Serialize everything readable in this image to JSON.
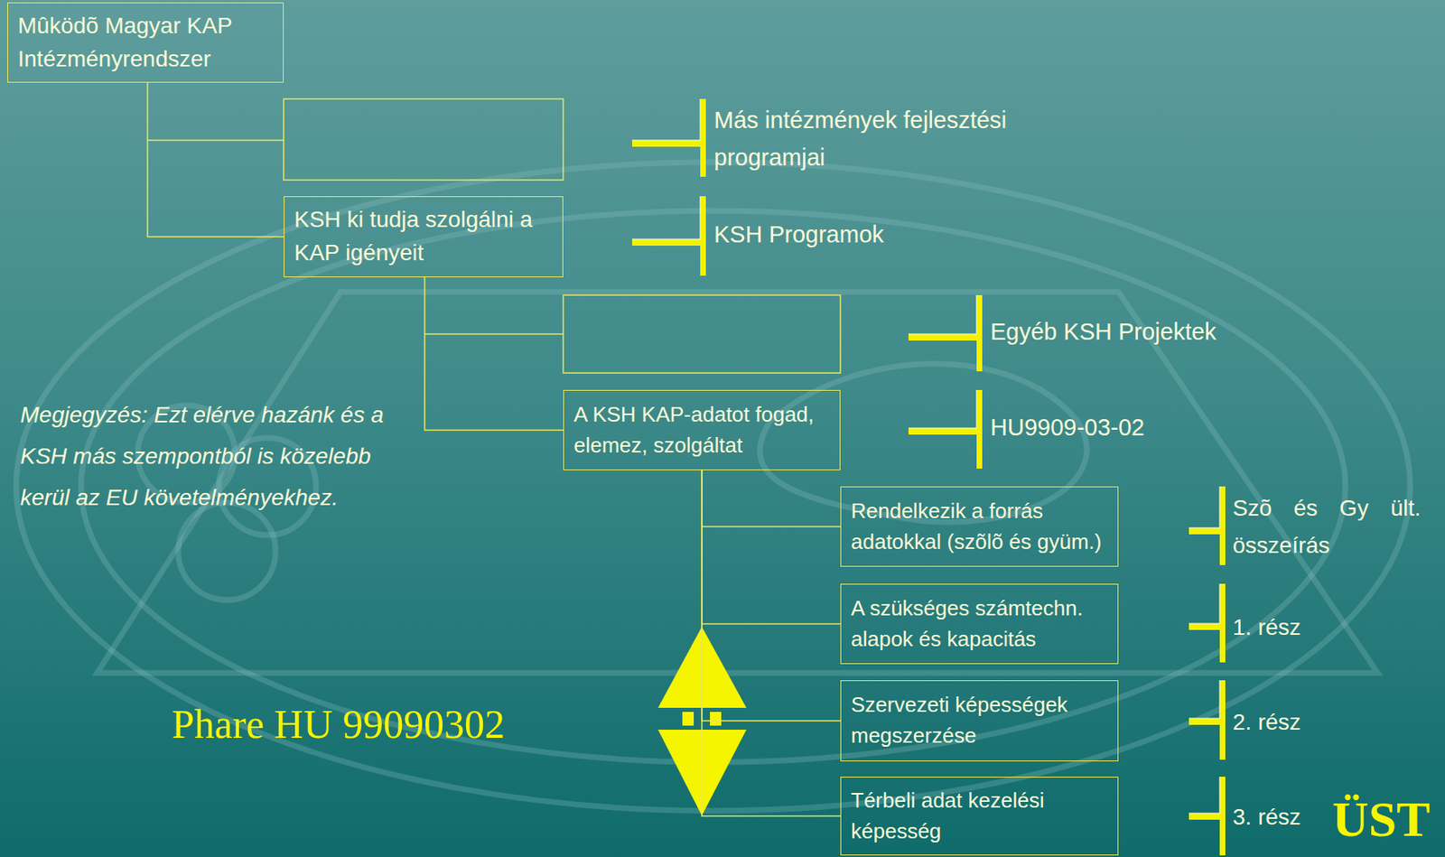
{
  "diagram": {
    "nodes": [
      {
        "text": [
          "Mûködõ Magyar KAP Intézményrendszer"
        ]
      },
      {
        "text": [
          "KSH ki tudja szolgálni a KAP igényeit"
        ]
      },
      {
        "text": [
          "A KSH KAP-adatot fogad, elemez, szolgáltat"
        ]
      },
      {
        "text": [
          "Rendelkezik a forrás adatokkal (szõlõ és gyüm.)"
        ]
      },
      {
        "text": [
          "A szükséges számtechn. alapok és kapacitás"
        ]
      },
      {
        "text": [
          "Szervezeti képességek megszerzése"
        ]
      },
      {
        "text": [
          "Térbeli adat kezelési képesség"
        ]
      }
    ],
    "edges": [
      {
        "from": 0,
        "to": 1,
        "arrow": "none"
      },
      {
        "from": 1,
        "to": 2,
        "arrow": "none"
      },
      {
        "from": 2,
        "to": 3,
        "arrow": "none"
      },
      {
        "from": 2,
        "to": 4,
        "arrow": "none"
      },
      {
        "from": 2,
        "to": 5,
        "arrow": "none"
      },
      {
        "from": 2,
        "to": 6,
        "arrow": "none"
      }
    ],
    "labels": [
      "Más intézmények fejlesztési programjai",
      "KSH Programok",
      "Egyéb KSH Projektek",
      "Megjegyzés: Ezt elérve hazánk és a KSH más szempontból is közelebb kerül az EU követelményekhez.",
      "HU9909-03-02",
      "Szõ és Gy ült. összeírás",
      "1. rész",
      "Phare HU 99090302",
      "2. rész",
      "3. rész",
      "ÜST"
    ]
  }
}
